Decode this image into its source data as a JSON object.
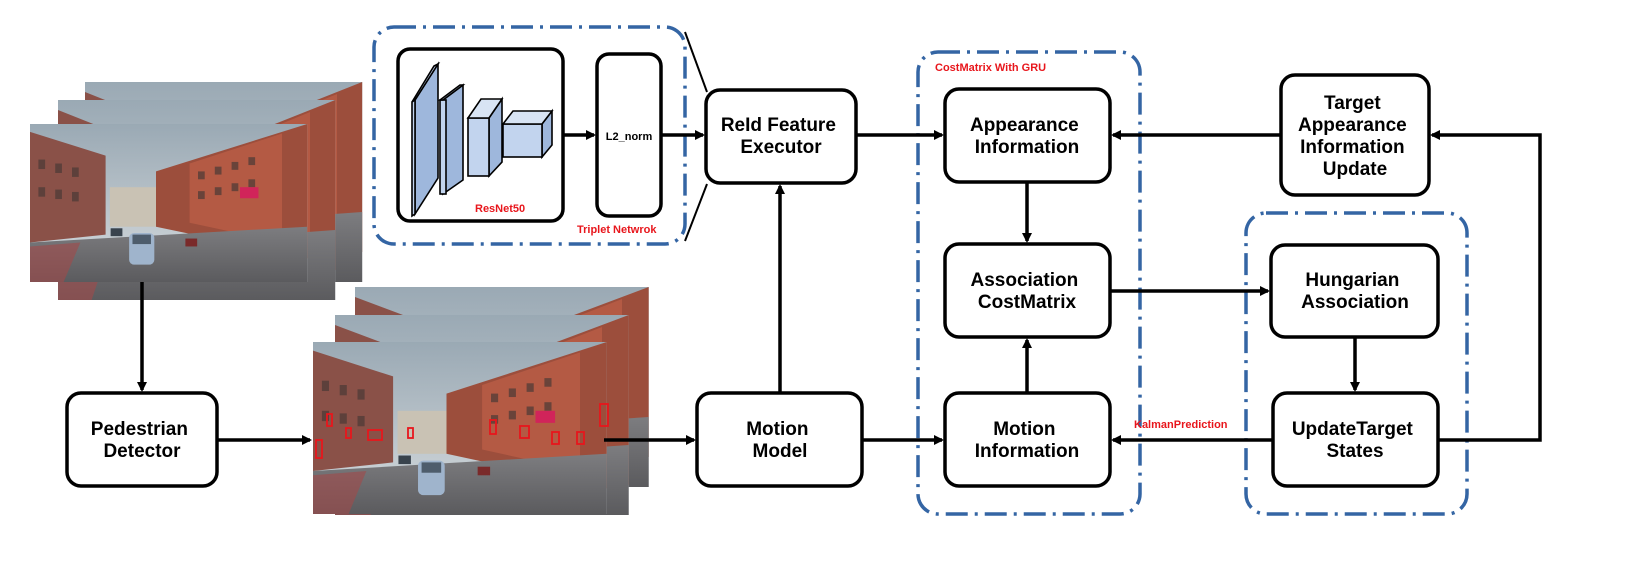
{
  "boxes": {
    "reid_feature": [
      "ReId Feature",
      "Executor"
    ],
    "appearance_info": [
      "Appearance",
      "Information"
    ],
    "target_update": [
      "Target",
      "Appearance",
      "Information",
      "Update"
    ],
    "association_cost": [
      "Association",
      "CostMatrix"
    ],
    "hungarian": [
      "Hungarian",
      "Association"
    ],
    "pedestrian_detector": [
      "Pedestrian",
      "Detector"
    ],
    "motion_model": [
      "Motion",
      "Model"
    ],
    "motion_info": [
      "Motion",
      "Information"
    ],
    "update_states": [
      "UpdateTarget",
      "States"
    ]
  },
  "network": {
    "backbone_label": "ResNet50",
    "norm_label": "L2_norm",
    "triplet_label": "Triplet Netwrok"
  },
  "groups": {
    "costmatrix_label": "CostMatrix With GRU"
  },
  "edges": {
    "kalman_label": "KalmanPrediction"
  },
  "colors": {
    "group_dash": "#3465a4",
    "annotation_red": "#e8161c",
    "layer_blue": "#c2d4ee"
  }
}
